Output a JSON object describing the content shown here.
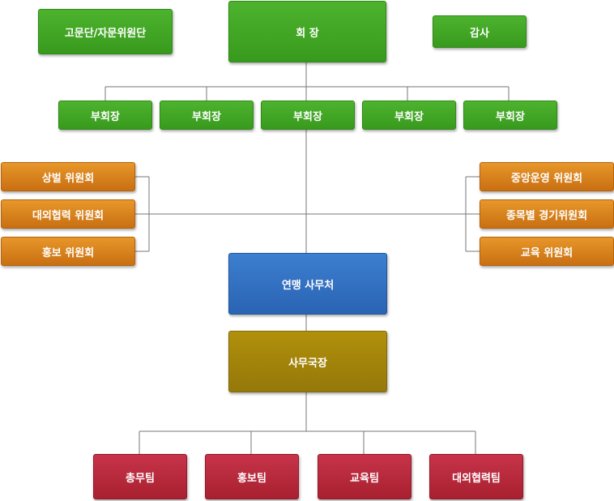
{
  "top": {
    "advisory": "고문단/자문위원단",
    "president": "회 장",
    "auditor": "감사"
  },
  "vice_presidents": [
    "부회장",
    "부회장",
    "부회장",
    "부회장",
    "부회장"
  ],
  "left_committees": [
    "상벌 위원회",
    "대외협력 위원회",
    "홍보 위원회"
  ],
  "right_committees": [
    "중앙운영 위원회",
    "종목별 경기위원회",
    "교육 위원회"
  ],
  "secretariat": "연맹 사무처",
  "secretary_general": "사무국장",
  "teams": [
    "총무팀",
    "홍보팀",
    "교육팀",
    "대외협력팀"
  ],
  "colors": {
    "green": "#3fa724",
    "orange": "#dc8421",
    "blue": "#336fc2",
    "olive": "#a2840a",
    "red": "#b52a3c",
    "line": "#777777"
  }
}
